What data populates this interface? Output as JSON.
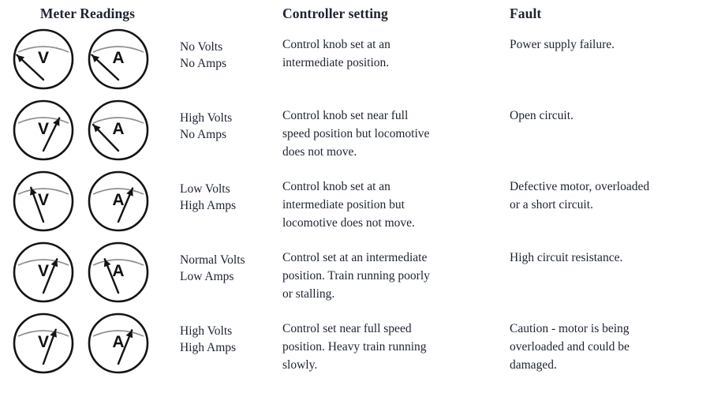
{
  "headers": {
    "meter_readings": "Meter Readings",
    "controller_setting": "Controller setting",
    "fault": "Fault"
  },
  "colors": {
    "text": "#1c2330",
    "gauge_outline": "#141414",
    "gauge_scale": "#8f8f8f",
    "needle": "#141414",
    "background": "#ffffff"
  },
  "gauge_labels": {
    "volt": "V",
    "amp": "A"
  },
  "rows": [
    {
      "volt_needle_angle": -47,
      "amp_needle_angle": -47,
      "reading_lines": [
        "No Volts",
        "No Amps"
      ],
      "controller_lines": [
        "Control knob set at an",
        "intermediate position."
      ],
      "fault_lines": [
        "Power supply failure."
      ]
    },
    {
      "volt_needle_angle": 26,
      "amp_needle_angle": -44,
      "reading_lines": [
        "High Volts",
        "No Amps"
      ],
      "controller_lines": [
        "Control knob set near full",
        "speed position but locomotive",
        "does not move."
      ],
      "fault_lines": [
        "Open circuit."
      ]
    },
    {
      "volt_needle_angle": -20,
      "amp_needle_angle": 23,
      "reading_lines": [
        "Low Volts",
        "High Amps"
      ],
      "controller_lines": [
        "Control knob set at an",
        "intermediate position but",
        "locomotive does not move."
      ],
      "fault_lines": [
        "Defective motor, overloaded",
        "or a short circuit."
      ]
    },
    {
      "volt_needle_angle": 22,
      "amp_needle_angle": -22,
      "reading_lines": [
        "Normal Volts",
        "Low Amps"
      ],
      "controller_lines": [
        "Control set at an intermediate",
        "position. Train running poorly",
        "or stalling."
      ],
      "fault_lines": [
        "High circuit resistance."
      ]
    },
    {
      "volt_needle_angle": 20,
      "amp_needle_angle": 22,
      "reading_lines": [
        "High Volts",
        "High Amps"
      ],
      "controller_lines": [
        "Control set near full speed",
        "position. Heavy train running",
        "slowly."
      ],
      "fault_lines": [
        "Caution - motor is being",
        "overloaded and could be",
        "damaged."
      ]
    }
  ]
}
